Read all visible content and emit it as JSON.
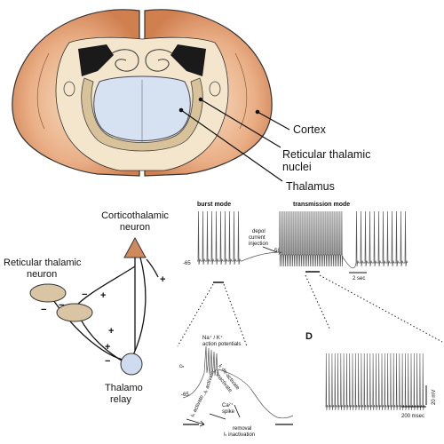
{
  "colors": {
    "cortex": "#d9915f",
    "cortex_light": "#f2c7a2",
    "thalamus": "#d6e2f2",
    "reticular_band": "#d8c29a",
    "ventricle": "#1a1a1a",
    "white_matter": "#f3e6cc",
    "neuron_fill": "#d9c4a3",
    "ctx_neuron_fill": "#cf8a5c",
    "relay_fill": "#cfdcf0",
    "trace": "#555555"
  },
  "brain_labels": {
    "cortex": "Cortex",
    "reticular_line1": "Reticular thalamic",
    "reticular_line2": "nuclei",
    "thalamus": "Thalamus"
  },
  "circuit_labels": {
    "corticothalamic_line1": "Corticothalamic",
    "corticothalamic_line2": "neuron",
    "reticular_line1": "Reticular thalamic",
    "reticular_line2": "neuron",
    "relay_line1": "Thalamo",
    "relay_line2": "relay",
    "signs": {
      "plus": "+",
      "minus": "−"
    }
  },
  "recording": {
    "burst_mode": "burst mode",
    "transmission_mode": "transmission mode",
    "depol_line1": "depol",
    "depol_line2": "current",
    "depol_line3": "injection",
    "v_rest": "-65",
    "v_depol": "-58",
    "time_scale": "2 sec",
    "panel_letter": "D",
    "voltage_scale": "20 mV",
    "fast_time_scale": "200 msec"
  },
  "burst_annotations": {
    "na_k_line1": "Na⁺ / K⁺",
    "na_k_line2": "action potentials",
    "e_h": "cₕ",
    "v_rest": "-65",
    "ih_activate": "Iₕ activate",
    "ih_inactivate": "Iₕ inactivate",
    "it_activate": "–Iₜ activate",
    "it_deactivate_line1": "Iₜ de-activate",
    "it_deactivate_line2": "Iₜ inactivate",
    "ca_spike_line1": "Ca²⁺",
    "ca_spike_line2": "spike",
    "removal_line1": "removal",
    "removal_line2": "Iₜ inactivation"
  }
}
